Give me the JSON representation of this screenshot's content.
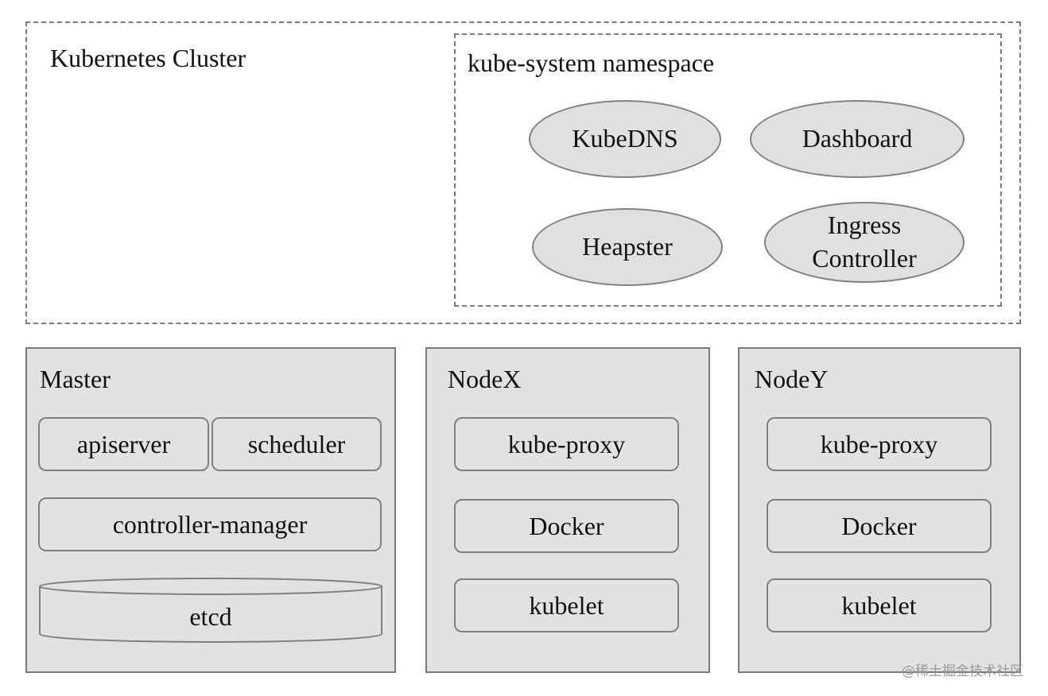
{
  "cluster": {
    "title": "Kubernetes Cluster",
    "namespace": {
      "title": "kube-system namespace",
      "addons": [
        {
          "lines": [
            "KubeDNS"
          ]
        },
        {
          "lines": [
            "Dashboard"
          ]
        },
        {
          "lines": [
            "Heapster"
          ]
        },
        {
          "lines": [
            "Ingress",
            "Controller"
          ]
        }
      ]
    }
  },
  "master": {
    "title": "Master",
    "apiserver": "apiserver",
    "scheduler": "scheduler",
    "controller_manager": "controller-manager",
    "etcd": "etcd"
  },
  "nodes": [
    {
      "title": "NodeX",
      "components": [
        "kube-proxy",
        "Docker",
        "kubelet"
      ]
    },
    {
      "title": "NodeY",
      "components": [
        "kube-proxy",
        "Docker",
        "kubelet"
      ]
    }
  ],
  "watermark": "@稀土掘金技术社区"
}
